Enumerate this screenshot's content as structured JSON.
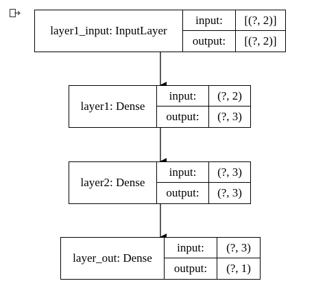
{
  "toolbar": {
    "output_icon": "output-open-icon"
  },
  "diagram": {
    "nodes": [
      {
        "label": "layer1_input: InputLayer",
        "input_key": "input:",
        "input_value": "[(?, 2)]",
        "output_key": "output:",
        "output_value": "[(?, 2)]"
      },
      {
        "label": "layer1: Dense",
        "input_key": "input:",
        "input_value": "(?, 2)",
        "output_key": "output:",
        "output_value": "(?, 3)"
      },
      {
        "label": "layer2: Dense",
        "input_key": "input:",
        "input_value": "(?, 3)",
        "output_key": "output:",
        "output_value": "(?, 3)"
      },
      {
        "label": "layer_out: Dense",
        "input_key": "input:",
        "input_value": "(?, 3)",
        "output_key": "output:",
        "output_value": "(?, 1)"
      }
    ],
    "edges": [
      {
        "from": 0,
        "to": 1
      },
      {
        "from": 1,
        "to": 2
      },
      {
        "from": 2,
        "to": 3
      }
    ]
  }
}
